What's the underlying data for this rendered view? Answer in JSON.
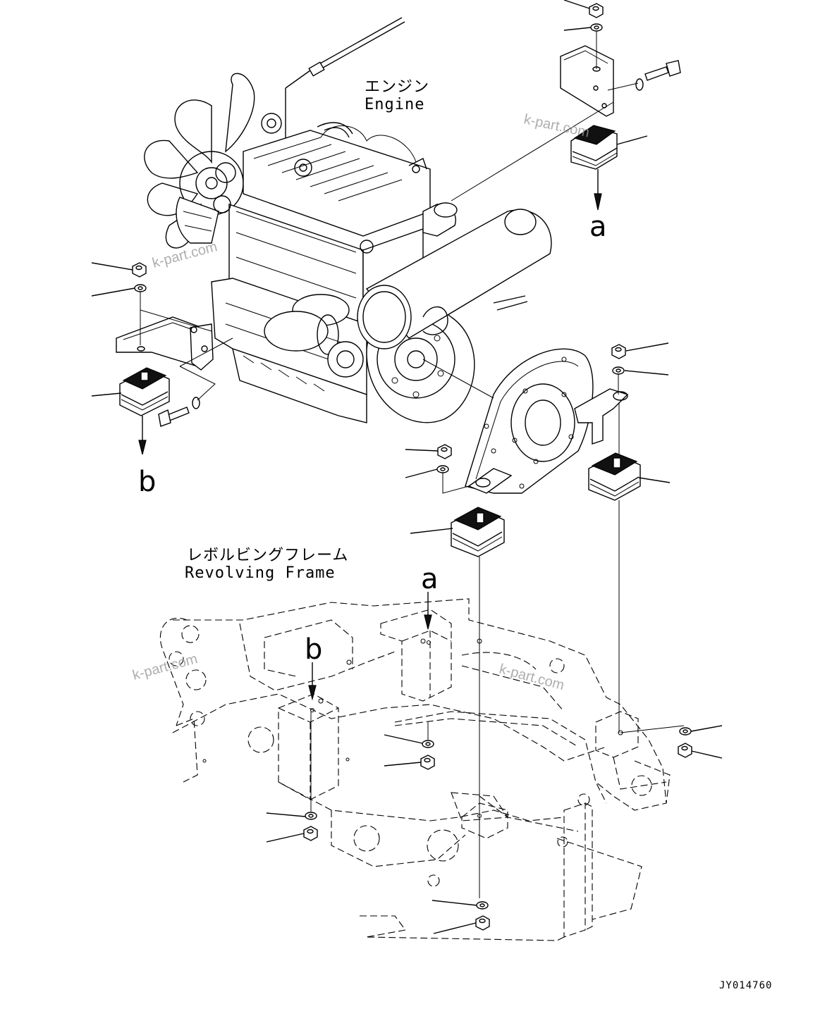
{
  "labels": {
    "engine_jp": "エンジン",
    "engine_en": "Engine",
    "frame_jp": "レボルビングフレーム",
    "frame_en": "Revolving Frame",
    "ref_a_top": "a",
    "ref_b_left": "b",
    "ref_a_frame": "a",
    "ref_b_frame": "b",
    "drawing_code": "JY014760"
  },
  "watermarks": [
    "k-part.com",
    "k-part.com",
    "k-part.com",
    "k-part.com"
  ],
  "colors": {
    "line": "#000000",
    "background": "#ffffff",
    "watermark": "#9a9a9a"
  }
}
